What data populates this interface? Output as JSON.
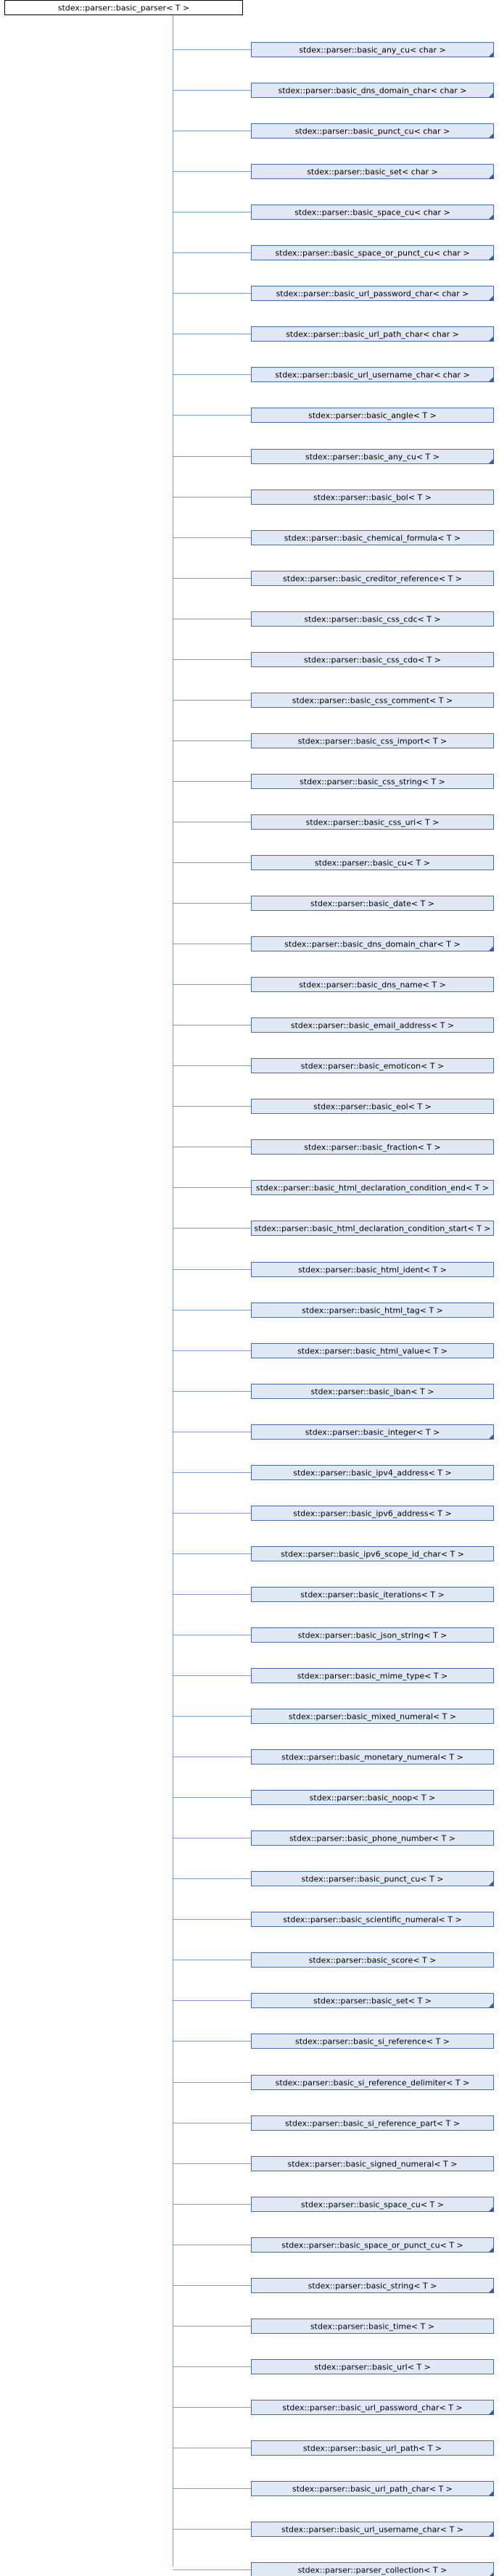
{
  "diagram": {
    "root": "stdex::parser::basic_parser< T >",
    "children": [
      {
        "label": "stdex::parser::basic_any_cu< char >",
        "folded": true
      },
      {
        "label": "stdex::parser::basic_dns_domain_char< char >",
        "folded": true
      },
      {
        "label": "stdex::parser::basic_punct_cu< char >",
        "folded": true
      },
      {
        "label": "stdex::parser::basic_set< char >",
        "folded": true
      },
      {
        "label": "stdex::parser::basic_space_cu< char >",
        "folded": true
      },
      {
        "label": "stdex::parser::basic_space_or_punct_cu< char >",
        "folded": true
      },
      {
        "label": "stdex::parser::basic_url_password_char< char >",
        "folded": true
      },
      {
        "label": "stdex::parser::basic_url_path_char< char >",
        "folded": true
      },
      {
        "label": "stdex::parser::basic_url_username_char< char >",
        "folded": true
      },
      {
        "label": "stdex::parser::basic_angle< T >",
        "folded": false
      },
      {
        "label": "stdex::parser::basic_any_cu< T >",
        "folded": true
      },
      {
        "label": "stdex::parser::basic_bol< T >",
        "folded": false
      },
      {
        "label": "stdex::parser::basic_chemical_formula< T >",
        "folded": false
      },
      {
        "label": "stdex::parser::basic_creditor_reference< T >",
        "folded": false
      },
      {
        "label": "stdex::parser::basic_css_cdc< T >",
        "folded": false
      },
      {
        "label": "stdex::parser::basic_css_cdo< T >",
        "folded": false
      },
      {
        "label": "stdex::parser::basic_css_comment< T >",
        "folded": false
      },
      {
        "label": "stdex::parser::basic_css_import< T >",
        "folded": false
      },
      {
        "label": "stdex::parser::basic_css_string< T >",
        "folded": false
      },
      {
        "label": "stdex::parser::basic_css_uri< T >",
        "folded": false
      },
      {
        "label": "stdex::parser::basic_cu< T >",
        "folded": false
      },
      {
        "label": "stdex::parser::basic_date< T >",
        "folded": false
      },
      {
        "label": "stdex::parser::basic_dns_domain_char< T >",
        "folded": true
      },
      {
        "label": "stdex::parser::basic_dns_name< T >",
        "folded": false
      },
      {
        "label": "stdex::parser::basic_email_address< T >",
        "folded": false
      },
      {
        "label": "stdex::parser::basic_emoticon< T >",
        "folded": false
      },
      {
        "label": "stdex::parser::basic_eol< T >",
        "folded": false
      },
      {
        "label": "stdex::parser::basic_fraction< T >",
        "folded": false
      },
      {
        "label": "stdex::parser::basic_html_declaration_condition_end< T >",
        "folded": false
      },
      {
        "label": "stdex::parser::basic_html_declaration_condition_start< T >",
        "folded": false
      },
      {
        "label": "stdex::parser::basic_html_ident< T >",
        "folded": false
      },
      {
        "label": "stdex::parser::basic_html_tag< T >",
        "folded": false
      },
      {
        "label": "stdex::parser::basic_html_value< T >",
        "folded": false
      },
      {
        "label": "stdex::parser::basic_iban< T >",
        "folded": false
      },
      {
        "label": "stdex::parser::basic_integer< T >",
        "folded": true
      },
      {
        "label": "stdex::parser::basic_ipv4_address< T >",
        "folded": false
      },
      {
        "label": "stdex::parser::basic_ipv6_address< T >",
        "folded": false
      },
      {
        "label": "stdex::parser::basic_ipv6_scope_id_char< T >",
        "folded": false
      },
      {
        "label": "stdex::parser::basic_iterations< T >",
        "folded": false
      },
      {
        "label": "stdex::parser::basic_json_string< T >",
        "folded": false
      },
      {
        "label": "stdex::parser::basic_mime_type< T >",
        "folded": false
      },
      {
        "label": "stdex::parser::basic_mixed_numeral< T >",
        "folded": false
      },
      {
        "label": "stdex::parser::basic_monetary_numeral< T >",
        "folded": false
      },
      {
        "label": "stdex::parser::basic_noop< T >",
        "folded": false
      },
      {
        "label": "stdex::parser::basic_phone_number< T >",
        "folded": false
      },
      {
        "label": "stdex::parser::basic_punct_cu< T >",
        "folded": true
      },
      {
        "label": "stdex::parser::basic_scientific_numeral< T >",
        "folded": false
      },
      {
        "label": "stdex::parser::basic_score< T >",
        "folded": false
      },
      {
        "label": "stdex::parser::basic_set< T >",
        "folded": true
      },
      {
        "label": "stdex::parser::basic_si_reference< T >",
        "folded": false
      },
      {
        "label": "stdex::parser::basic_si_reference_delimiter< T >",
        "folded": false
      },
      {
        "label": "stdex::parser::basic_si_reference_part< T >",
        "folded": false
      },
      {
        "label": "stdex::parser::basic_signed_numeral< T >",
        "folded": false
      },
      {
        "label": "stdex::parser::basic_space_cu< T >",
        "folded": true
      },
      {
        "label": "stdex::parser::basic_space_or_punct_cu< T >",
        "folded": true
      },
      {
        "label": "stdex::parser::basic_string< T >",
        "folded": true
      },
      {
        "label": "stdex::parser::basic_time< T >",
        "folded": false
      },
      {
        "label": "stdex::parser::basic_url< T >",
        "folded": false
      },
      {
        "label": "stdex::parser::basic_url_password_char< T >",
        "folded": true
      },
      {
        "label": "stdex::parser::basic_url_path< T >",
        "folded": false
      },
      {
        "label": "stdex::parser::basic_url_path_char< T >",
        "folded": true
      },
      {
        "label": "stdex::parser::basic_url_username_char< T >",
        "folded": true
      },
      {
        "label": "stdex::parser::parser_collection< T >",
        "folded": true
      }
    ]
  }
}
